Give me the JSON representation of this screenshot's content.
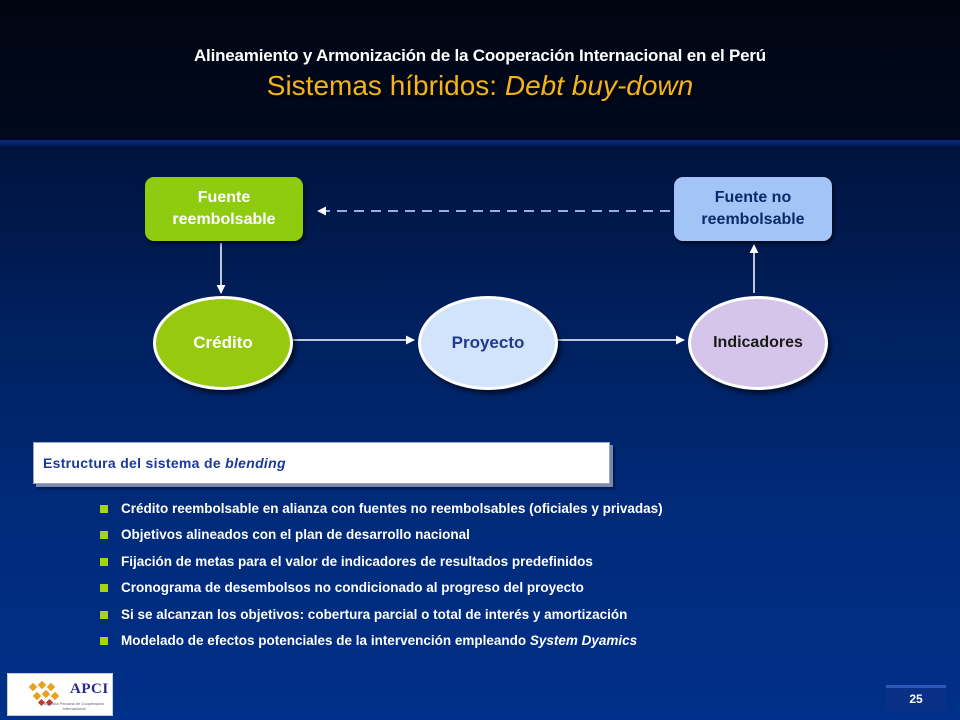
{
  "header": {
    "supertitle": "Alineamiento y Armonización de la Cooperación Internacional en el Perú",
    "title_plain": "Sistemas híbridos: ",
    "title_italic": "Debt buy-down"
  },
  "diagram": {
    "box_reembolsable": {
      "line1": "Fuente",
      "line2": "reembolsable"
    },
    "box_no_reembolsable": {
      "line1": "Fuente no",
      "line2": "reembolsable"
    },
    "ellipse_credito": "Crédito",
    "ellipse_proyecto": "Proyecto",
    "ellipse_indicadores": "Indicadores"
  },
  "structure": {
    "heading_plain": "Estructura del sistema de ",
    "heading_italic": "blending"
  },
  "bullets": [
    {
      "text": "Crédito reembolsable en alianza con fuentes no reembolsables (oficiales y privadas)",
      "italic": ""
    },
    {
      "text": "Objetivos alineados con el plan de desarrollo nacional",
      "italic": ""
    },
    {
      "text": "Fijación de metas para el valor de indicadores de resultados predefinidos",
      "italic": ""
    },
    {
      "text": "Cronograma de desembolsos no condicionado al progreso del proyecto",
      "italic": ""
    },
    {
      "text": "Si se alcanzan los objetivos: cobertura parcial o total de interés y amortización",
      "italic": ""
    },
    {
      "text": "Modelado de efectos potenciales de la intervención empleando ",
      "italic": "System Dyamics"
    }
  ],
  "footer": {
    "logo_text": "APCI",
    "logo_subtext": "Agencia Peruana de Cooperación Internacional",
    "page_number": "25"
  },
  "colors": {
    "title_accent": "#f2b418",
    "green": "#8fcc10",
    "light_blue": "#a3c4f6",
    "lavender": "#d6c5ea",
    "bullet": "#a4d414"
  }
}
